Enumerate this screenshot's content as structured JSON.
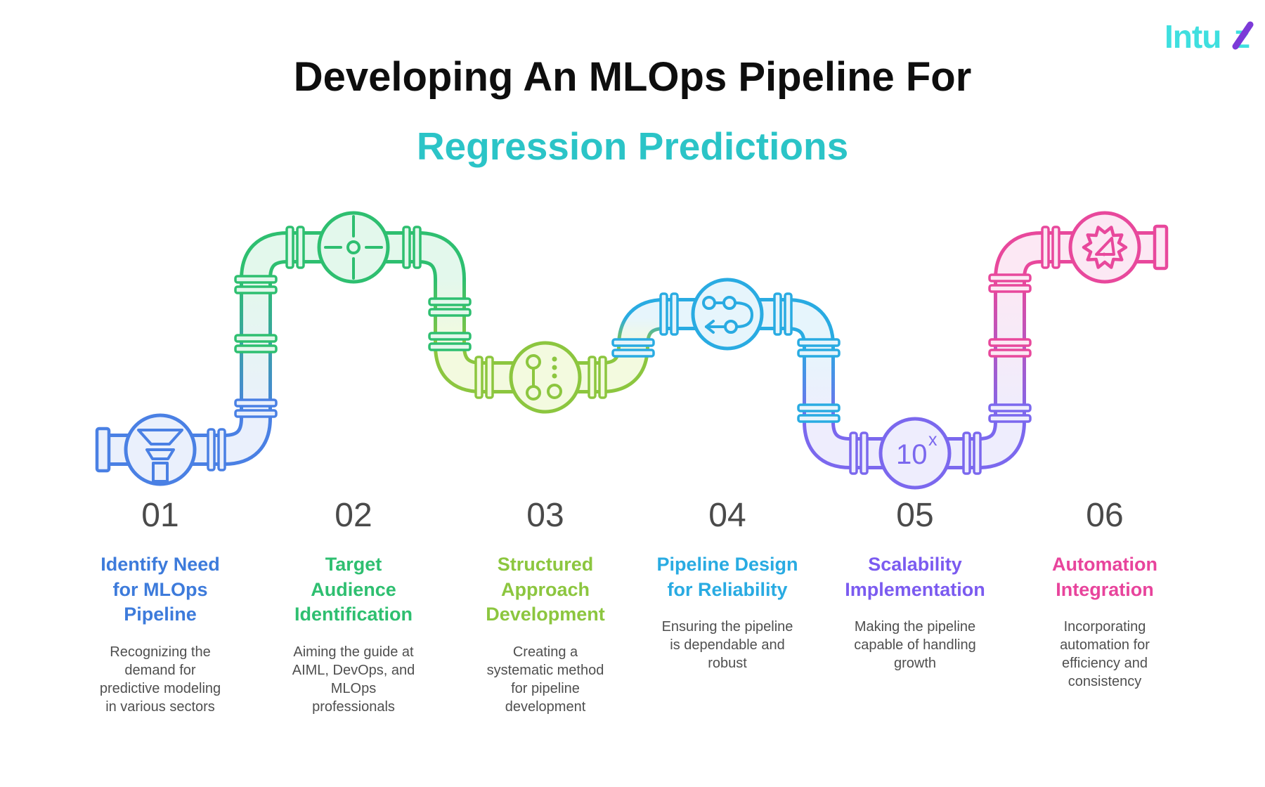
{
  "header": {
    "title_line1": "Developing An MLOps Pipeline For",
    "title_line2": "Regression Predictions",
    "title_color": "#0E0E0E",
    "subtitle_color": "#2BC4C7",
    "logo": {
      "text": "Intuz",
      "part1": "Intu",
      "part2": "z",
      "color": "#3FDFDF",
      "z_accent": "#7C3AD8"
    }
  },
  "steps": [
    {
      "number": "01",
      "title": "Identify Need\nfor MLOps\nPipeline",
      "description": "Recognizing the\ndemand for\npredictive modeling\nin various sectors",
      "color": "#3D7BDB",
      "icon": "funnel-icon"
    },
    {
      "number": "02",
      "title": "Target\nAudience\nIdentification",
      "description": "Aiming the guide at\nAIML, DevOps, and\nMLOps\nprofessionals",
      "color": "#2EBF70",
      "icon": "crosshair-target-icon"
    },
    {
      "number": "03",
      "title": "Structured\nApproach\nDevelopment",
      "description": "Creating a\nsystematic method\nfor pipeline\ndevelopment",
      "color": "#8CC63F",
      "icon": "connected-nodes-icon"
    },
    {
      "number": "04",
      "title": "Pipeline Design\nfor Reliability",
      "description": "Ensuring the pipeline\nis dependable and\nrobust",
      "color": "#29ABE2",
      "icon": "flow-return-arrow-icon"
    },
    {
      "number": "05",
      "title": "Scalability\nImplementation",
      "description": "Making the pipeline\ncapable of handling\ngrowth",
      "color": "#7B5BF0",
      "icon": "exponent-10x-icon",
      "icon_text_base": "10",
      "icon_text_sup": "x"
    },
    {
      "number": "06",
      "title": "Automation\nIntegration",
      "description": "Incorporating\nautomation for\nefficiency and\nconsistency",
      "color": "#E8449C",
      "icon": "gear-automation-icon"
    }
  ],
  "pipeline_colors": {
    "blue": "#4A80E4",
    "green": "#2EBF70",
    "lime": "#8CC63F",
    "cyan": "#29ABE2",
    "purple": "#7B68EE",
    "pink": "#E8489C",
    "blue_fill": "#EAF0FC",
    "green_fill": "#E3F8EC",
    "lime_fill": "#F3FADF",
    "cyan_fill": "#E6F5FC",
    "purple_fill": "#EEEDFD",
    "pink_fill": "#FCE8F4"
  },
  "text_colors": {
    "number": "#4A4A4A",
    "description": "#4F4F4F"
  },
  "background": "#FFFFFF"
}
